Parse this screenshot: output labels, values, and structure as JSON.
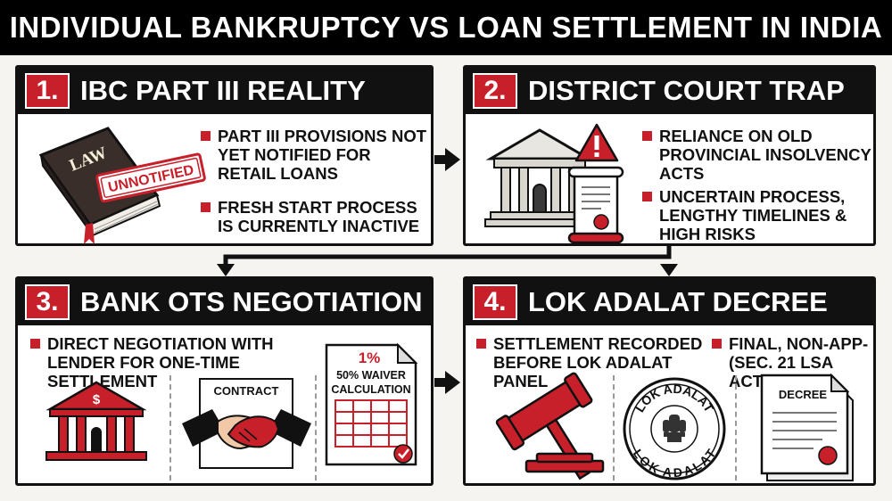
{
  "title": "INDIVIDUAL BANKRUPTCY VS LOAN SETTLEMENT IN INDIA",
  "colors": {
    "accent": "#c8202a",
    "dark": "#111111",
    "background": "#f5f4f1"
  },
  "panels": [
    {
      "number": "1.",
      "title": "IBC PART III REALITY",
      "bullets": [
        "PART III PROVISIONS NOT YET NOTIFIED FOR RETAIL LOANS",
        "FRESH START PROCESS IS CURRENTLY INACTIVE"
      ],
      "book_label": "LAW",
      "stamp_label": "UNNOTIFIED",
      "icons": [
        "law-book-icon",
        "unnotified-stamp-icon"
      ]
    },
    {
      "number": "2.",
      "title": "DISTRICT COURT TRAP",
      "bullets": [
        "RELIANCE ON OLD PROVINCIAL INSOLVENCY ACTS",
        "UNCERTAIN PROCESS, LENGTHY TIMELINES & HIGH RISKS"
      ],
      "icons": [
        "courthouse-icon",
        "warning-icon",
        "scroll-document-icon"
      ]
    },
    {
      "number": "3.",
      "title": "BANK OTS NEGOTIATION",
      "bullets": [
        "DIRECT NEGOTIATION WITH LENDER FOR ONE-TIME SETTLEMENT"
      ],
      "contract_label": "CONTRACT",
      "calc_percent": "1%",
      "calc_label_1": "50% WAIVER",
      "calc_label_2": "CALCULATION",
      "bank_symbol": "$",
      "icons": [
        "bank-icon",
        "handshake-icon",
        "calculation-sheet-icon"
      ]
    },
    {
      "number": "4.",
      "title": "LOK ADALAT DECREE",
      "bullets": [
        "SETTLEMENT RECORDED BEFORE LOK ADALAT PANEL",
        "FINAL, NON-APP- (SEC. 21 LSA ACT)"
      ],
      "seal_top": "LOK ADALAT",
      "seal_bottom": "LOK ADALAT",
      "decree_label": "DECREE",
      "icons": [
        "gavel-icon",
        "lok-adalat-seal-icon",
        "decree-document-icon"
      ]
    }
  ]
}
